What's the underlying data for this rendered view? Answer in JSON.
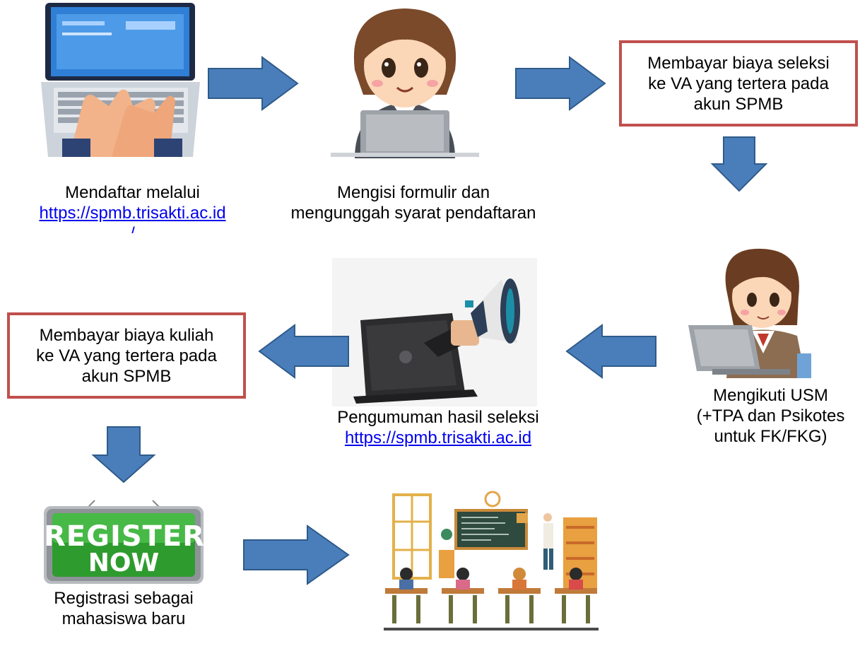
{
  "steps": {
    "step1": {
      "caption": "Mendaftar melalui",
      "link": "https://spmb.trisakti.ac.id",
      "link_tail": "/"
    },
    "step2": {
      "line1": "Mengisi formulir dan",
      "line2": "mengunggah syarat pendaftaran"
    },
    "step3": {
      "line1": "Membayar biaya seleksi",
      "line2": "ke VA yang tertera pada",
      "line3": "akun SPMB"
    },
    "step4": {
      "line1": "Mengikuti USM",
      "line2": "(+TPA dan Psikotes",
      "line3": "untuk FK/FKG)"
    },
    "step5": {
      "caption": "Pengumuman hasil seleksi",
      "link": "https://spmb.trisakti.ac.id"
    },
    "step6": {
      "line1": "Membayar biaya kuliah",
      "line2": "ke VA yang tertera pada",
      "line3": "akun SPMB"
    },
    "step7": {
      "sign_line1": "REGISTER",
      "sign_line2": "NOW",
      "line1": "Registrasi sebagai",
      "line2": "mahasiswa baru"
    }
  },
  "colors": {
    "arrow_fill": "#4a7ebb",
    "arrow_stroke": "#2f5b8a",
    "box_border": "#c0504d",
    "link": "#0000ee"
  }
}
